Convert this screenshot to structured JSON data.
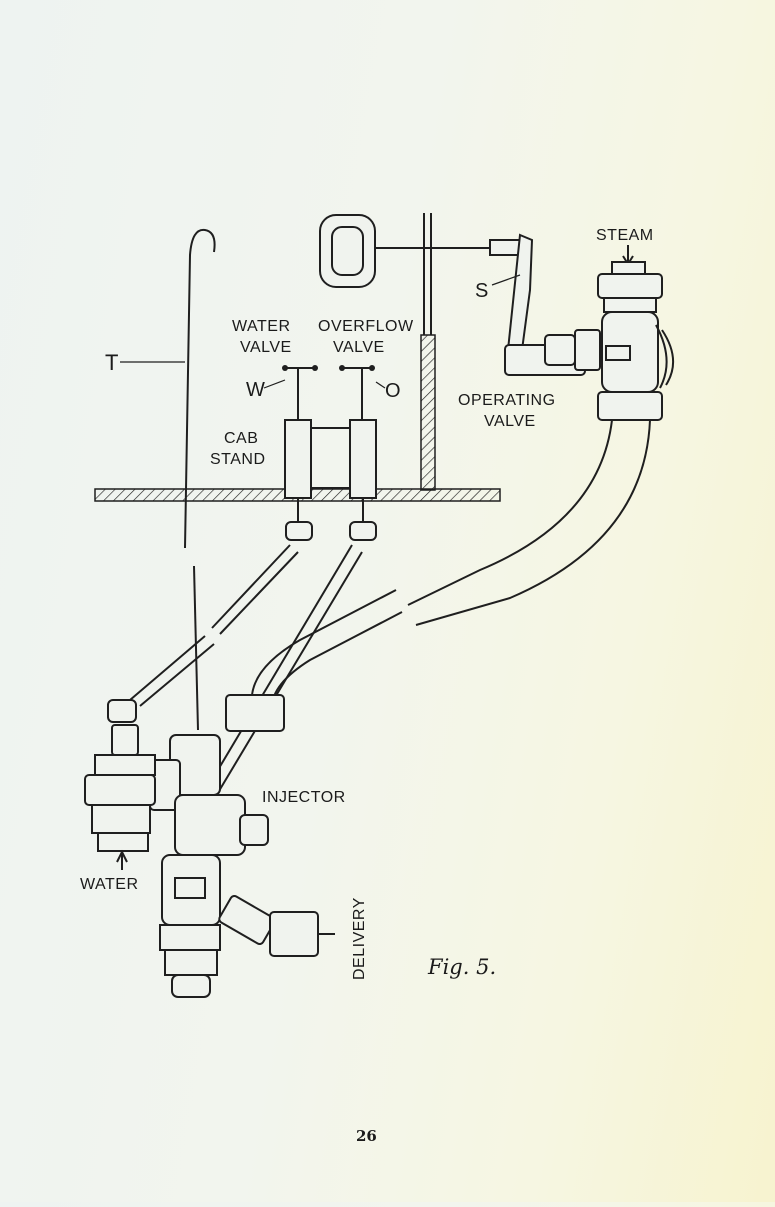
{
  "labels": {
    "steam": "STEAM",
    "s": "S",
    "water_valve_1": "WATER",
    "water_valve_2": "VALVE",
    "overflow_valve_1": "OVERFLOW",
    "overflow_valve_2": "VALVE",
    "w": "W",
    "o": "O",
    "t": "T",
    "cab_1": "CAB",
    "cab_2": "STAND",
    "operating_1": "OPERATING",
    "operating_2": "VALVE",
    "injector": "INJECTOR",
    "water": "WATER",
    "delivery": "DELIVERY"
  },
  "figure_caption": "Fig. 5.",
  "page_number": "26"
}
